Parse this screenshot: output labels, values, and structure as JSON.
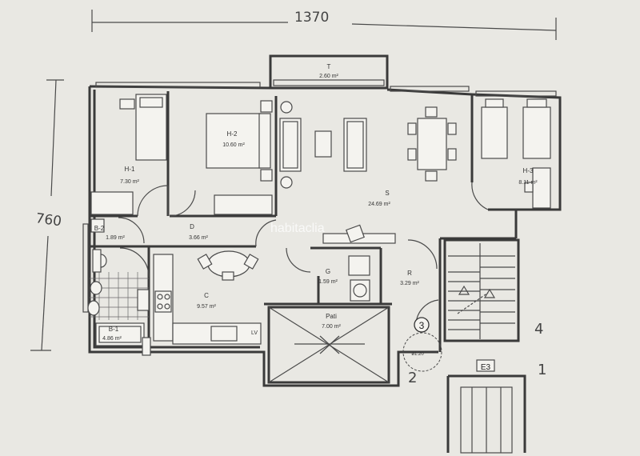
{
  "dimensions": {
    "width": "1370",
    "height": "760"
  },
  "watermark": "habitaclia",
  "rooms": [
    {
      "id": "T",
      "name": "T",
      "area": "2.60 m²"
    },
    {
      "id": "H-2",
      "name": "H-2",
      "area": "10.60 m²"
    },
    {
      "id": "H-1",
      "name": "H-1",
      "area": "7.30 m²"
    },
    {
      "id": "H-3",
      "name": "H-3",
      "area": "8.11 m²"
    },
    {
      "id": "S",
      "name": "S",
      "area": "24.69 m²"
    },
    {
      "id": "B-2",
      "name": "B-2",
      "area": "1.89 m²"
    },
    {
      "id": "D",
      "name": "D",
      "area": "3.66 m²"
    },
    {
      "id": "G",
      "name": "G",
      "area": "1.59 m²"
    },
    {
      "id": "R",
      "name": "R",
      "area": "3.29 m²"
    },
    {
      "id": "C",
      "name": "C",
      "area": "9.57 m²"
    },
    {
      "id": "Pati",
      "name": "Pati",
      "area": "7.00 m²"
    },
    {
      "id": "B-1",
      "name": "B-1",
      "area": "4.86 m²"
    }
  ],
  "labels": {
    "lv": "LV",
    "circle_num": "3",
    "circle_dim": "ø1.20",
    "stair_code": "E3",
    "mark_4": "4",
    "mark_1": "1",
    "mark_2": "2"
  }
}
